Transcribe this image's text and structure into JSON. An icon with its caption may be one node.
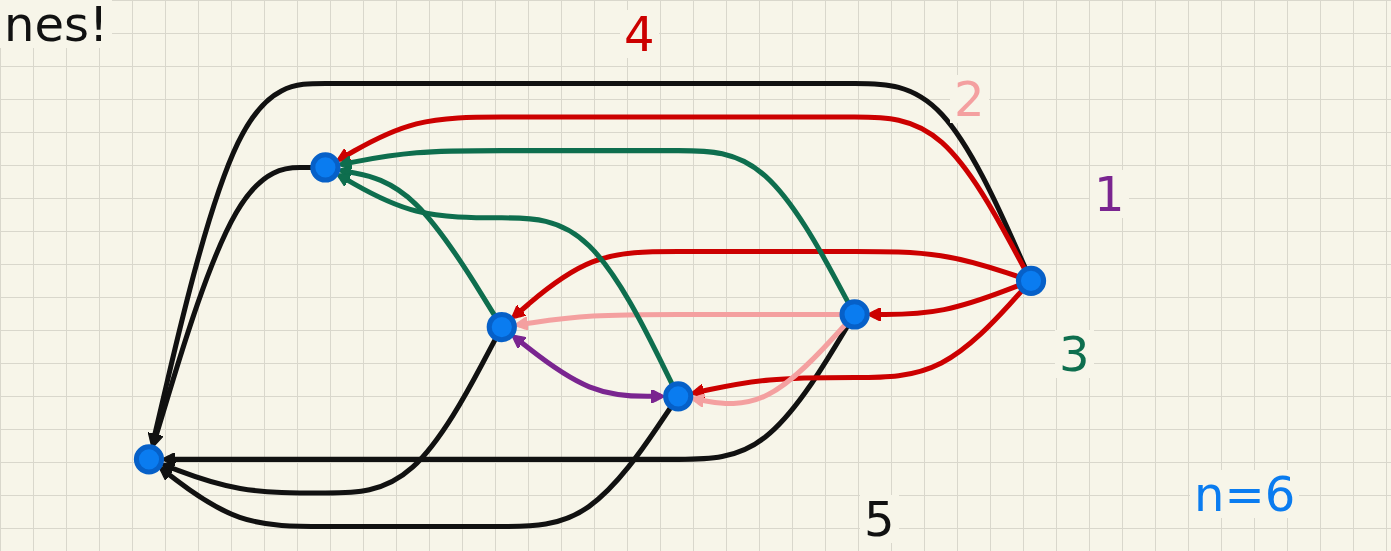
{
  "diagram": {
    "nodes": [
      {
        "text": [],
        "shape": "circle"
      },
      {
        "text": [],
        "shape": "circle"
      },
      {
        "text": [],
        "shape": "circle"
      },
      {
        "text": [],
        "shape": "circle"
      },
      {
        "text": [],
        "shape": "circle"
      },
      {
        "text": [],
        "shape": "circle"
      }
    ],
    "edges": [
      {
        "from": 1,
        "to": 0,
        "arrow": "to"
      },
      {
        "from": 2,
        "to": 0,
        "arrow": "to"
      },
      {
        "from": 3,
        "to": 0,
        "arrow": "to"
      },
      {
        "from": 4,
        "to": 0,
        "arrow": "to"
      },
      {
        "from": 5,
        "to": 0,
        "arrow": "to"
      },
      {
        "from": 1,
        "to": 2,
        "arrow": "to",
        "color": "#cc0000"
      },
      {
        "from": 1,
        "to": 3,
        "arrow": "to",
        "color": "#cc0000"
      },
      {
        "from": 1,
        "to": 4,
        "arrow": "to",
        "color": "#cc0000"
      },
      {
        "from": 1,
        "to": 5,
        "arrow": "to",
        "color": "#cc0000"
      },
      {
        "from": 3,
        "to": 4,
        "arrow": "to",
        "color": "#f4a0a0"
      },
      {
        "from": 3,
        "to": 5,
        "arrow": "to",
        "color": "#f4a0a0"
      },
      {
        "from": 3,
        "to": 2,
        "arrow": "to",
        "color": "#0e6e4e"
      },
      {
        "from": 4,
        "to": 2,
        "arrow": "to",
        "color": "#0e6e4e"
      },
      {
        "from": 5,
        "to": 2,
        "arrow": "to",
        "color": "#0e6e4e"
      },
      {
        "from": 5,
        "to": 4,
        "arrow": "both",
        "color": "#7a2590"
      }
    ],
    "labels": [
      "nes!",
      "4",
      "2",
      "1",
      "3",
      "5",
      "n=6"
    ]
  }
}
